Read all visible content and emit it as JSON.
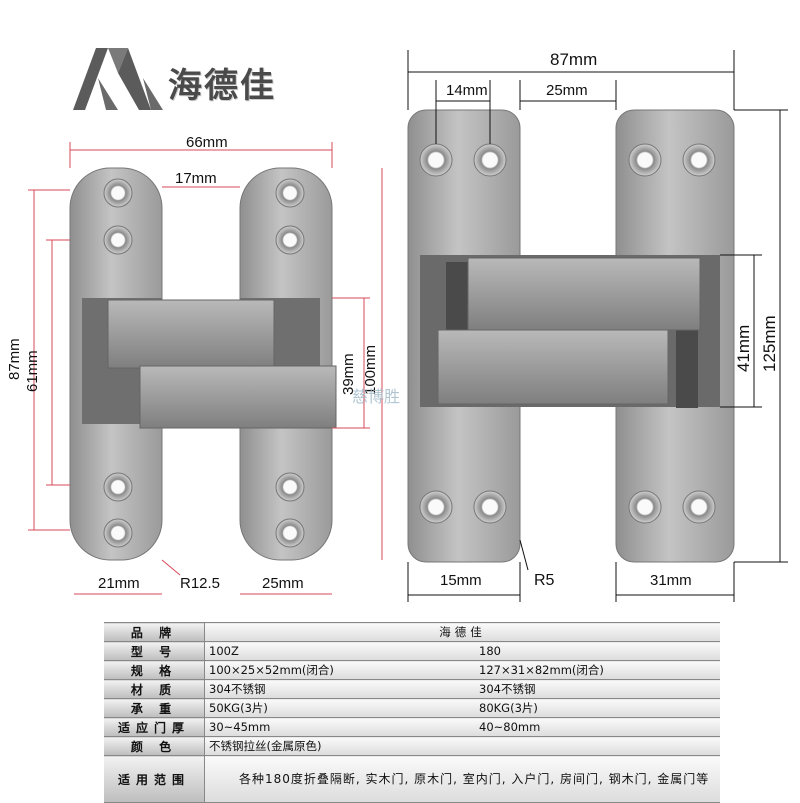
{
  "brand": {
    "name": "海德佳",
    "logo": "AVA-logo-icon"
  },
  "watermark": "慈博胜",
  "left_hinge": {
    "width": "66mm",
    "gap": "17mm",
    "height_total": "87mm",
    "height_inner": "61mm",
    "body_h1": "39mm",
    "body_h2": "100mm",
    "leaf_left": "21mm",
    "radius": "R12.5",
    "leaf_right": "25mm"
  },
  "right_hinge": {
    "width": "87mm",
    "hole_pitch": "14mm",
    "gap": "25mm",
    "body_h": "41mm",
    "height_total": "125mm",
    "leaf_left": "15mm",
    "radius": "R5",
    "leaf_right": "31mm"
  },
  "colors": {
    "metal": "#a9a9a9",
    "metal_dark": "#7e7e7e",
    "dim_line": "#d9485a"
  },
  "table": {
    "brand_label": "品 牌",
    "brand_value": "海德佳",
    "rows": [
      {
        "label": "型 号",
        "a": "100Z",
        "b": "180"
      },
      {
        "label": "规 格",
        "a": "100×25×52mm(闭合)",
        "b": "127×31×82mm(闭合)"
      },
      {
        "label": "材 质",
        "a": "304不锈钢",
        "b": "304不锈钢"
      },
      {
        "label": "承 重",
        "a": "50KG(3片)",
        "b": "80KG(3片)"
      },
      {
        "label": "适应门厚",
        "a": "30~45mm",
        "b": "40~80mm"
      },
      {
        "label": "颜 色",
        "a": "不锈钢拉丝(金属原色)",
        "b": ""
      }
    ],
    "usage_label": "适用范围",
    "usage_text": "各种180度折叠隔断, 实木门, 原木门, 室内门, 入户门, 房间门, 钢木门, 金属门等"
  }
}
